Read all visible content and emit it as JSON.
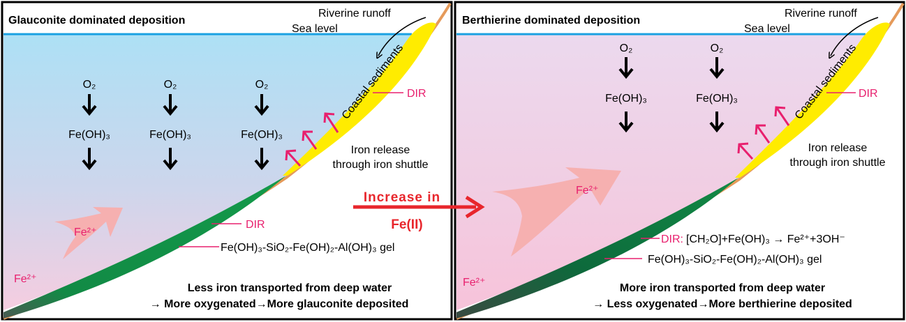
{
  "colors": {
    "sea_line": "#1ba1e2",
    "sediment": "#ffec00",
    "gel": "#0f9447",
    "bedrock": "#e59a5a",
    "dir": "#e8206e",
    "increase": "#e8262c"
  },
  "left": {
    "title": "Glauconite dominated deposition",
    "riverine": "Riverine runoff",
    "sea_level": "Sea level",
    "o2": [
      "O₂",
      "O₂",
      "O₂"
    ],
    "feoh3": [
      "Fe(OH)₃",
      "Fe(OH)₃",
      "Fe(OH)₃"
    ],
    "coastal": "Coastal sediments",
    "dir_upper": "DIR",
    "iron_release_1": "Iron release",
    "iron_release_2": "through iron shuttle",
    "dir_lower": "DIR",
    "gel": "Fe(OH)₃-SiO₂-Fe(OH)₂-Al(OH)₃ gel",
    "fe_arrow": "Fe²⁺",
    "fe_deep": "Fe²⁺",
    "bottom_1": "Less iron transported from deep water",
    "bottom_2": "→ More oxygenated→More glauconite deposited"
  },
  "middle": {
    "increase_1": "Increase in",
    "increase_2": "Fe(II)"
  },
  "right": {
    "title": "Berthierine dominated deposition",
    "riverine": "Riverine runoff",
    "sea_level": "Sea level",
    "o2": [
      "O₂",
      "O₂"
    ],
    "feoh3": [
      "Fe(OH)₃",
      "Fe(OH)₃"
    ],
    "coastal": "Coastal sediments",
    "dir_upper": "DIR",
    "iron_release_1": "Iron release",
    "iron_release_2": "through iron shuttle",
    "dir_label": "DIR:",
    "dir_reaction": "[CH₂O]+Fe(OH)₃ → Fe²⁺+3OH⁻",
    "gel": "Fe(OH)₃-SiO₂-Fe(OH)₂-Al(OH)₃ gel",
    "fe_arrow": "Fe²⁺",
    "fe_deep": "Fe²⁺",
    "bottom_1": "More iron transported from deep water",
    "bottom_2": "→ Less oxygenated→More berthierine deposited"
  }
}
